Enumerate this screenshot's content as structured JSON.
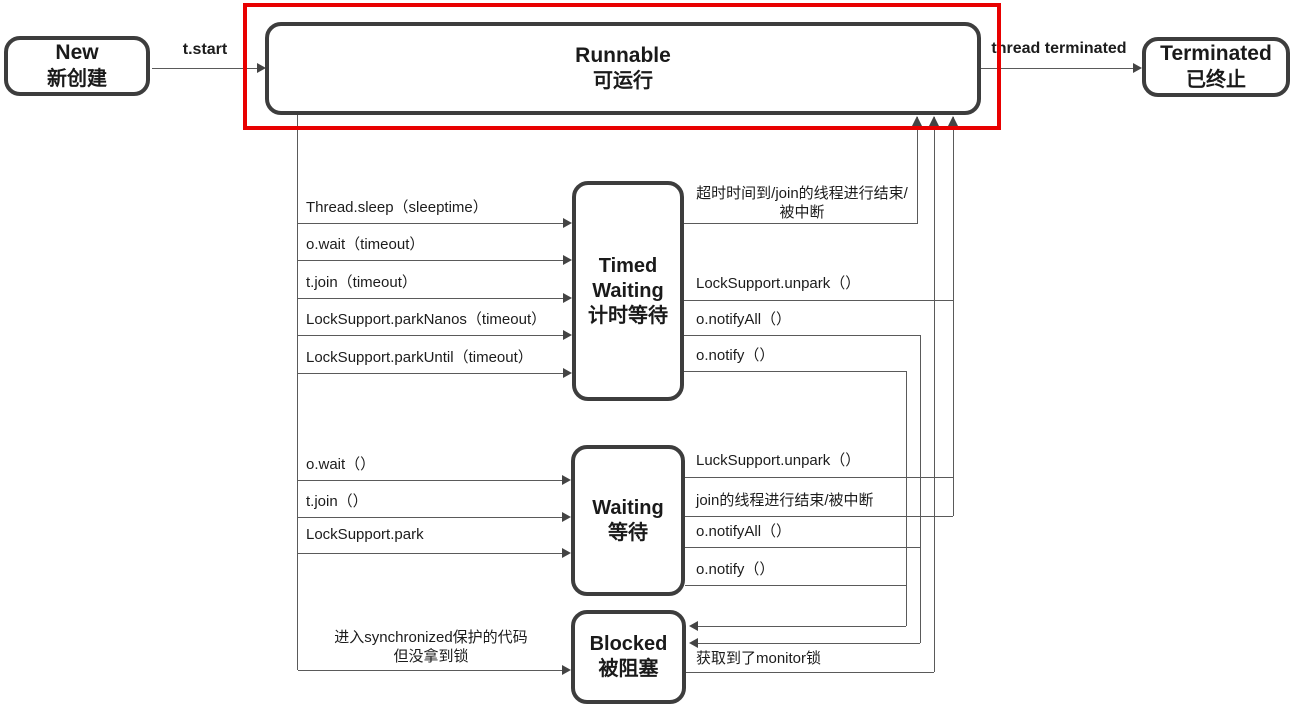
{
  "states": {
    "new": {
      "title": "New",
      "subtitle": "新创建"
    },
    "runnable": {
      "title": "Runnable",
      "subtitle": "可运行"
    },
    "terminated": {
      "title": "Terminated",
      "subtitle": "已终止"
    },
    "timed_waiting": {
      "title": "Timed Waiting",
      "subtitle": "计时等待"
    },
    "waiting": {
      "title": "Waiting",
      "subtitle": "等待"
    },
    "blocked": {
      "title": "Blocked",
      "subtitle": "被阻塞"
    }
  },
  "edges": {
    "new_to_runnable": "t.start",
    "runnable_to_terminated": "thread terminated",
    "runnable_to_timed_waiting": [
      "Thread.sleep（sleeptime）",
      "o.wait（timeout）",
      "t.join（timeout）",
      "LockSupport.parkNanos（timeout）",
      "LockSupport.parkUntil（timeout）"
    ],
    "timed_waiting_timeout_l1": "超时时间到/join的线程进行结束/",
    "timed_waiting_timeout_l2": "被中断",
    "timed_waiting_unpark": "LockSupport.unpark（）",
    "timed_waiting_notify_all": "o.notifyAll（）",
    "timed_waiting_notify": "o.notify（）",
    "runnable_to_waiting": [
      "o.wait（）",
      "t.join（）",
      "LockSupport.park"
    ],
    "waiting_unpark": "LuckSupport.unpark（）",
    "waiting_join": "join的线程进行结束/被中断",
    "waiting_notify_all": "o.notifyAll（）",
    "waiting_notify": "o.notify（）",
    "runnable_to_blocked_l1": "进入synchronized保护的代码",
    "runnable_to_blocked_l2": "但没拿到锁",
    "blocked_to_runnable": "获取到了monitor锁"
  },
  "colors": {
    "highlight_box": "#e80000",
    "state_border": "#3d3d3d",
    "connector": "#5a5a5a",
    "text": "#1a1a1a"
  }
}
